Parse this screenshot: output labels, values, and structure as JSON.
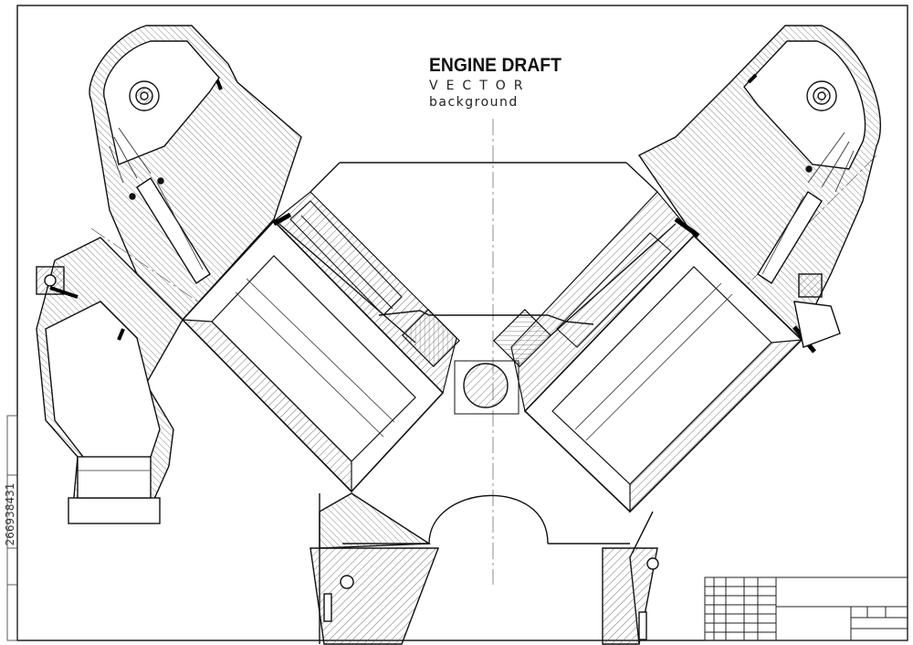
{
  "title": {
    "main": "ENGINE DRAFT",
    "sub": "VECTOR",
    "tagline": "background"
  },
  "stamp": {
    "id": "266938431"
  },
  "colors": {
    "paper": "#ffffff",
    "line": "#1a1a1a",
    "hatch": "#555555",
    "accent": "#000000"
  }
}
